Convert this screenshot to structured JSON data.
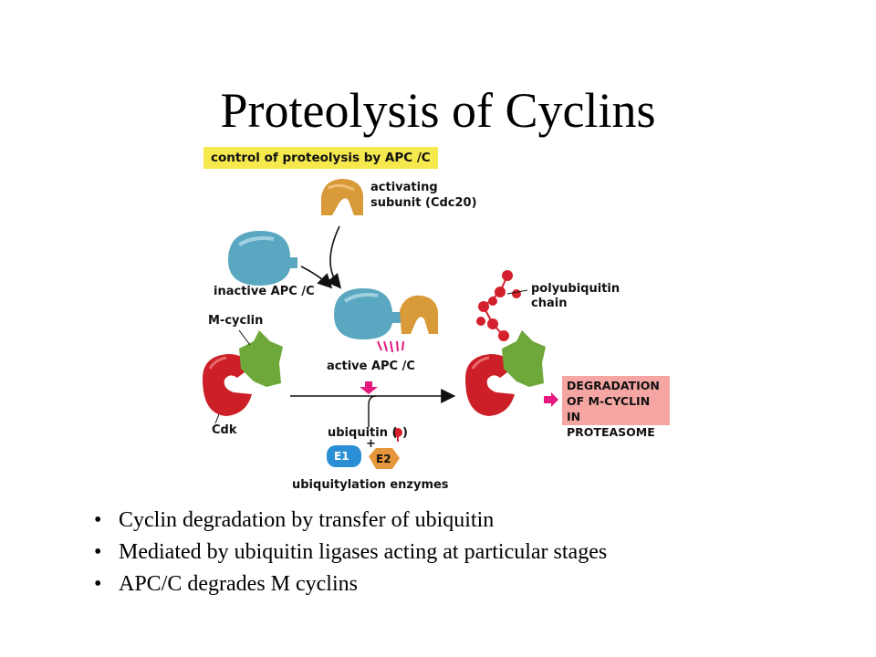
{
  "title": "Proteolysis of Cyclins",
  "figure": {
    "header": "control of proteolysis by APC /C",
    "labels": {
      "activating_line1": "activating",
      "activating_line2": "subunit (Cdc20)",
      "inactive_apc": "inactive APC /C",
      "m_cyclin": "M-cyclin",
      "active_apc": "active APC /C",
      "cdk": "Cdk",
      "ubiquitin": "ubiquitin (",
      "ubiquitin_close": ")",
      "plus": "+",
      "e1": "E1",
      "e2": "E2",
      "ubiquitylation_enzymes": "ubiquitylation enzymes",
      "polyubiquitin_line1": "polyubiquitin",
      "polyubiquitin_line2": "chain",
      "degradation_line1": "DEGRADATION",
      "degradation_line2": "OF M-CYCLIN IN",
      "degradation_line3": "PROTEASOME"
    },
    "colors": {
      "header_bg": "#f6e94e",
      "apc": "#5aa7c1",
      "cdc20": "#d99a3a",
      "cyclin": "#6ea83a",
      "cdk": "#cc1f28",
      "ubiquitin": "#d4202c",
      "arrow_magenta": "#e6197f",
      "degradation_bg": "#f5a6a3",
      "e1": "#2b8fd6",
      "e2": "#e7973b"
    }
  },
  "bullets": [
    "Cyclin degradation by transfer of ubiquitin",
    "Mediated by ubiquitin ligases acting at particular stages",
    "APC/C degrades M cyclins"
  ]
}
